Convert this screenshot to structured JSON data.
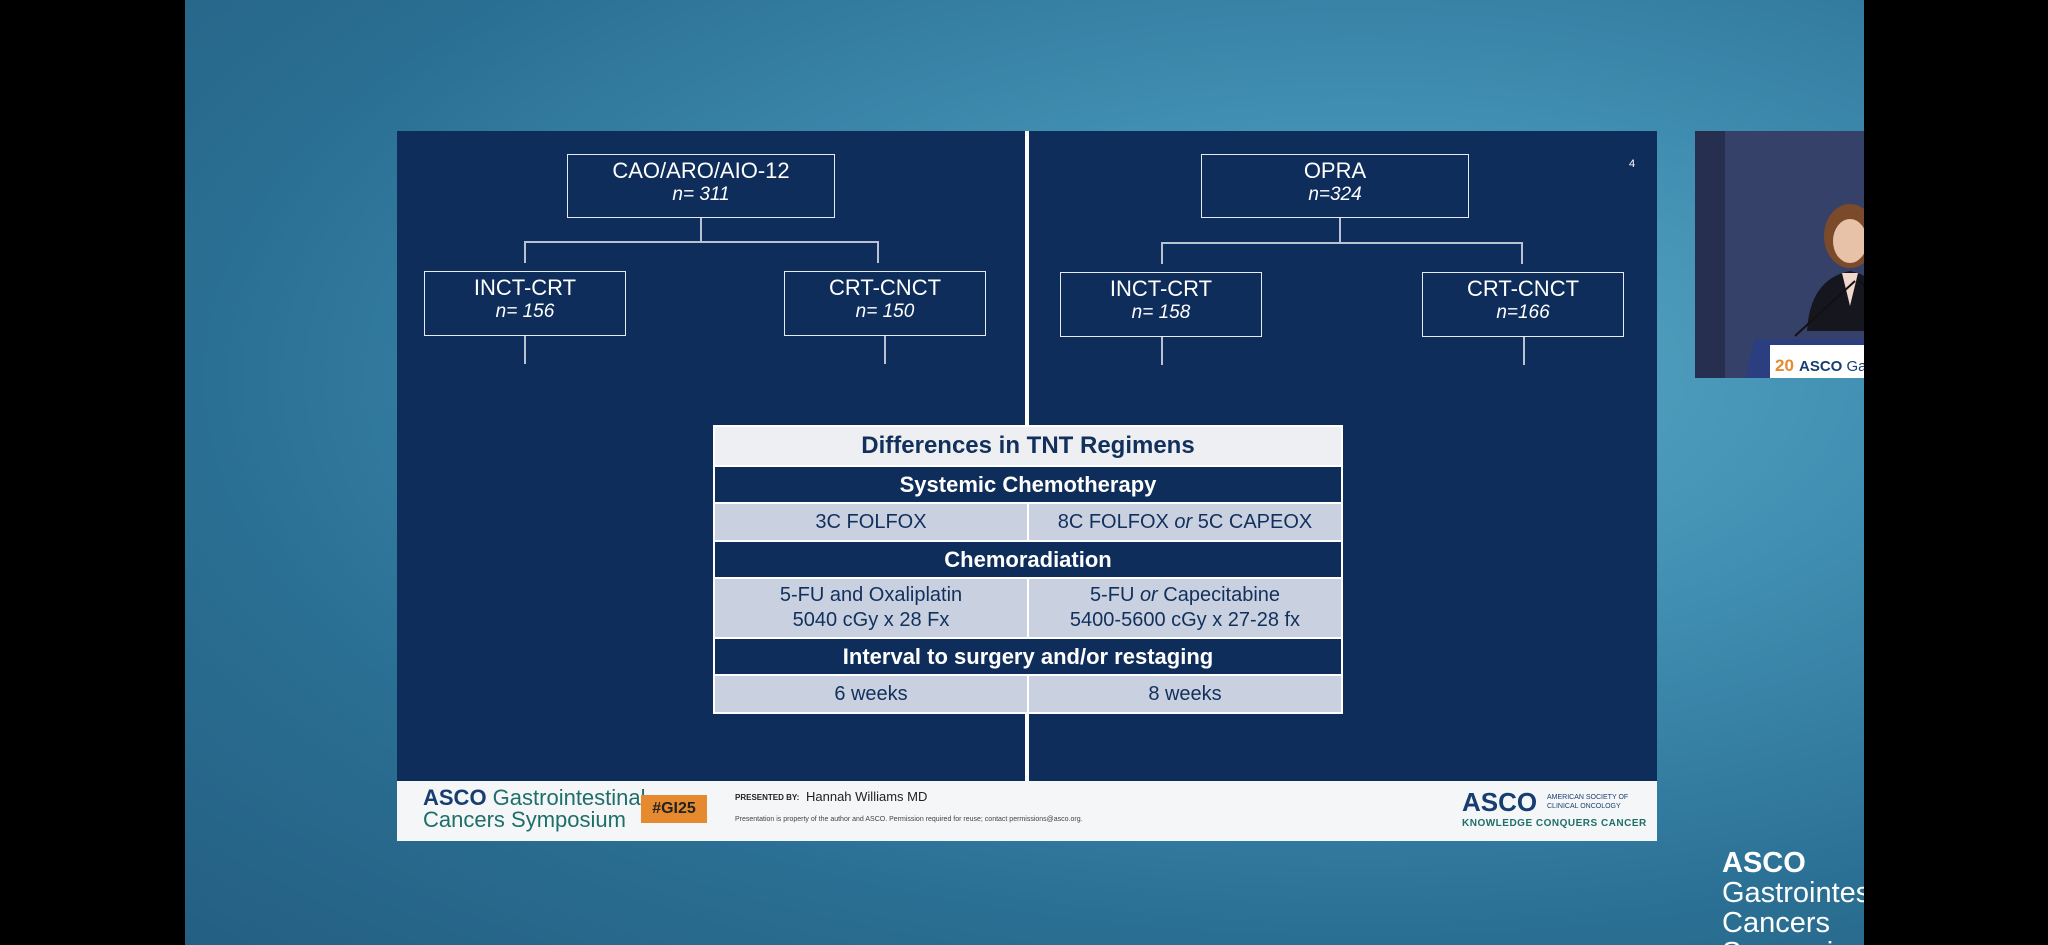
{
  "slide": {
    "number": "4",
    "left_tree": {
      "root": {
        "title": "CAO/ARO/AIO-12",
        "n": "n= 311"
      },
      "arm1": {
        "title": "INCT-CRT",
        "n": "n= 156"
      },
      "arm2": {
        "title": "CRT-CNCT",
        "n": "n= 150"
      }
    },
    "right_tree": {
      "root": {
        "title": "OPRA",
        "n": "n=324"
      },
      "arm1": {
        "title": "INCT-CRT",
        "n": "n= 158"
      },
      "arm2": {
        "title": "CRT-CNCT",
        "n": "n=166"
      }
    },
    "table": {
      "title": "Differences in TNT Regimens",
      "sections": [
        {
          "heading": "Systemic Chemotherapy",
          "left": [
            "3C FOLFOX"
          ],
          "right_pre": "8C FOLFOX ",
          "right_em": "or",
          "right_post": " 5C CAPEOX"
        },
        {
          "heading": "Chemoradiation",
          "left": [
            "5-FU and Oxaliplatin",
            "5040 cGy x 28 Fx"
          ],
          "right_pre": "5-FU ",
          "right_em": "or",
          "right_post": " Capecitabine",
          "right_line2": "5400-5600 cGy x 27-28 fx"
        },
        {
          "heading": "Interval to surgery and/or restaging",
          "left": [
            "6 weeks"
          ],
          "right": "8 weeks"
        }
      ]
    },
    "footer": {
      "logo_line1_bold": "ASCO",
      "logo_line1_rest": " Gastrointestinal",
      "logo_line2": "Cancers Symposium",
      "hashtag": "#GI25",
      "presented_by_label": "PRESENTED BY:",
      "presenter": "Hannah Williams MD",
      "note": "Presentation is property of the author and ASCO. Permission required for reuse; contact permissions@asco.org.",
      "asco": "ASCO",
      "society": "AMERICAN SOCIETY OF CLINICAL ONCOLOGY",
      "tagline": "KNOWLEDGE CONQUERS CANCER"
    }
  },
  "video": {
    "podium_logo_year": "20",
    "podium_logo_bold": "ASCO",
    "podium_logo_rest": " Gastrointestinal"
  },
  "brand": {
    "line1_bold": "ASCO",
    "line1_rest": " Gastrointestinal",
    "line2": "Cancers Symposium"
  }
}
